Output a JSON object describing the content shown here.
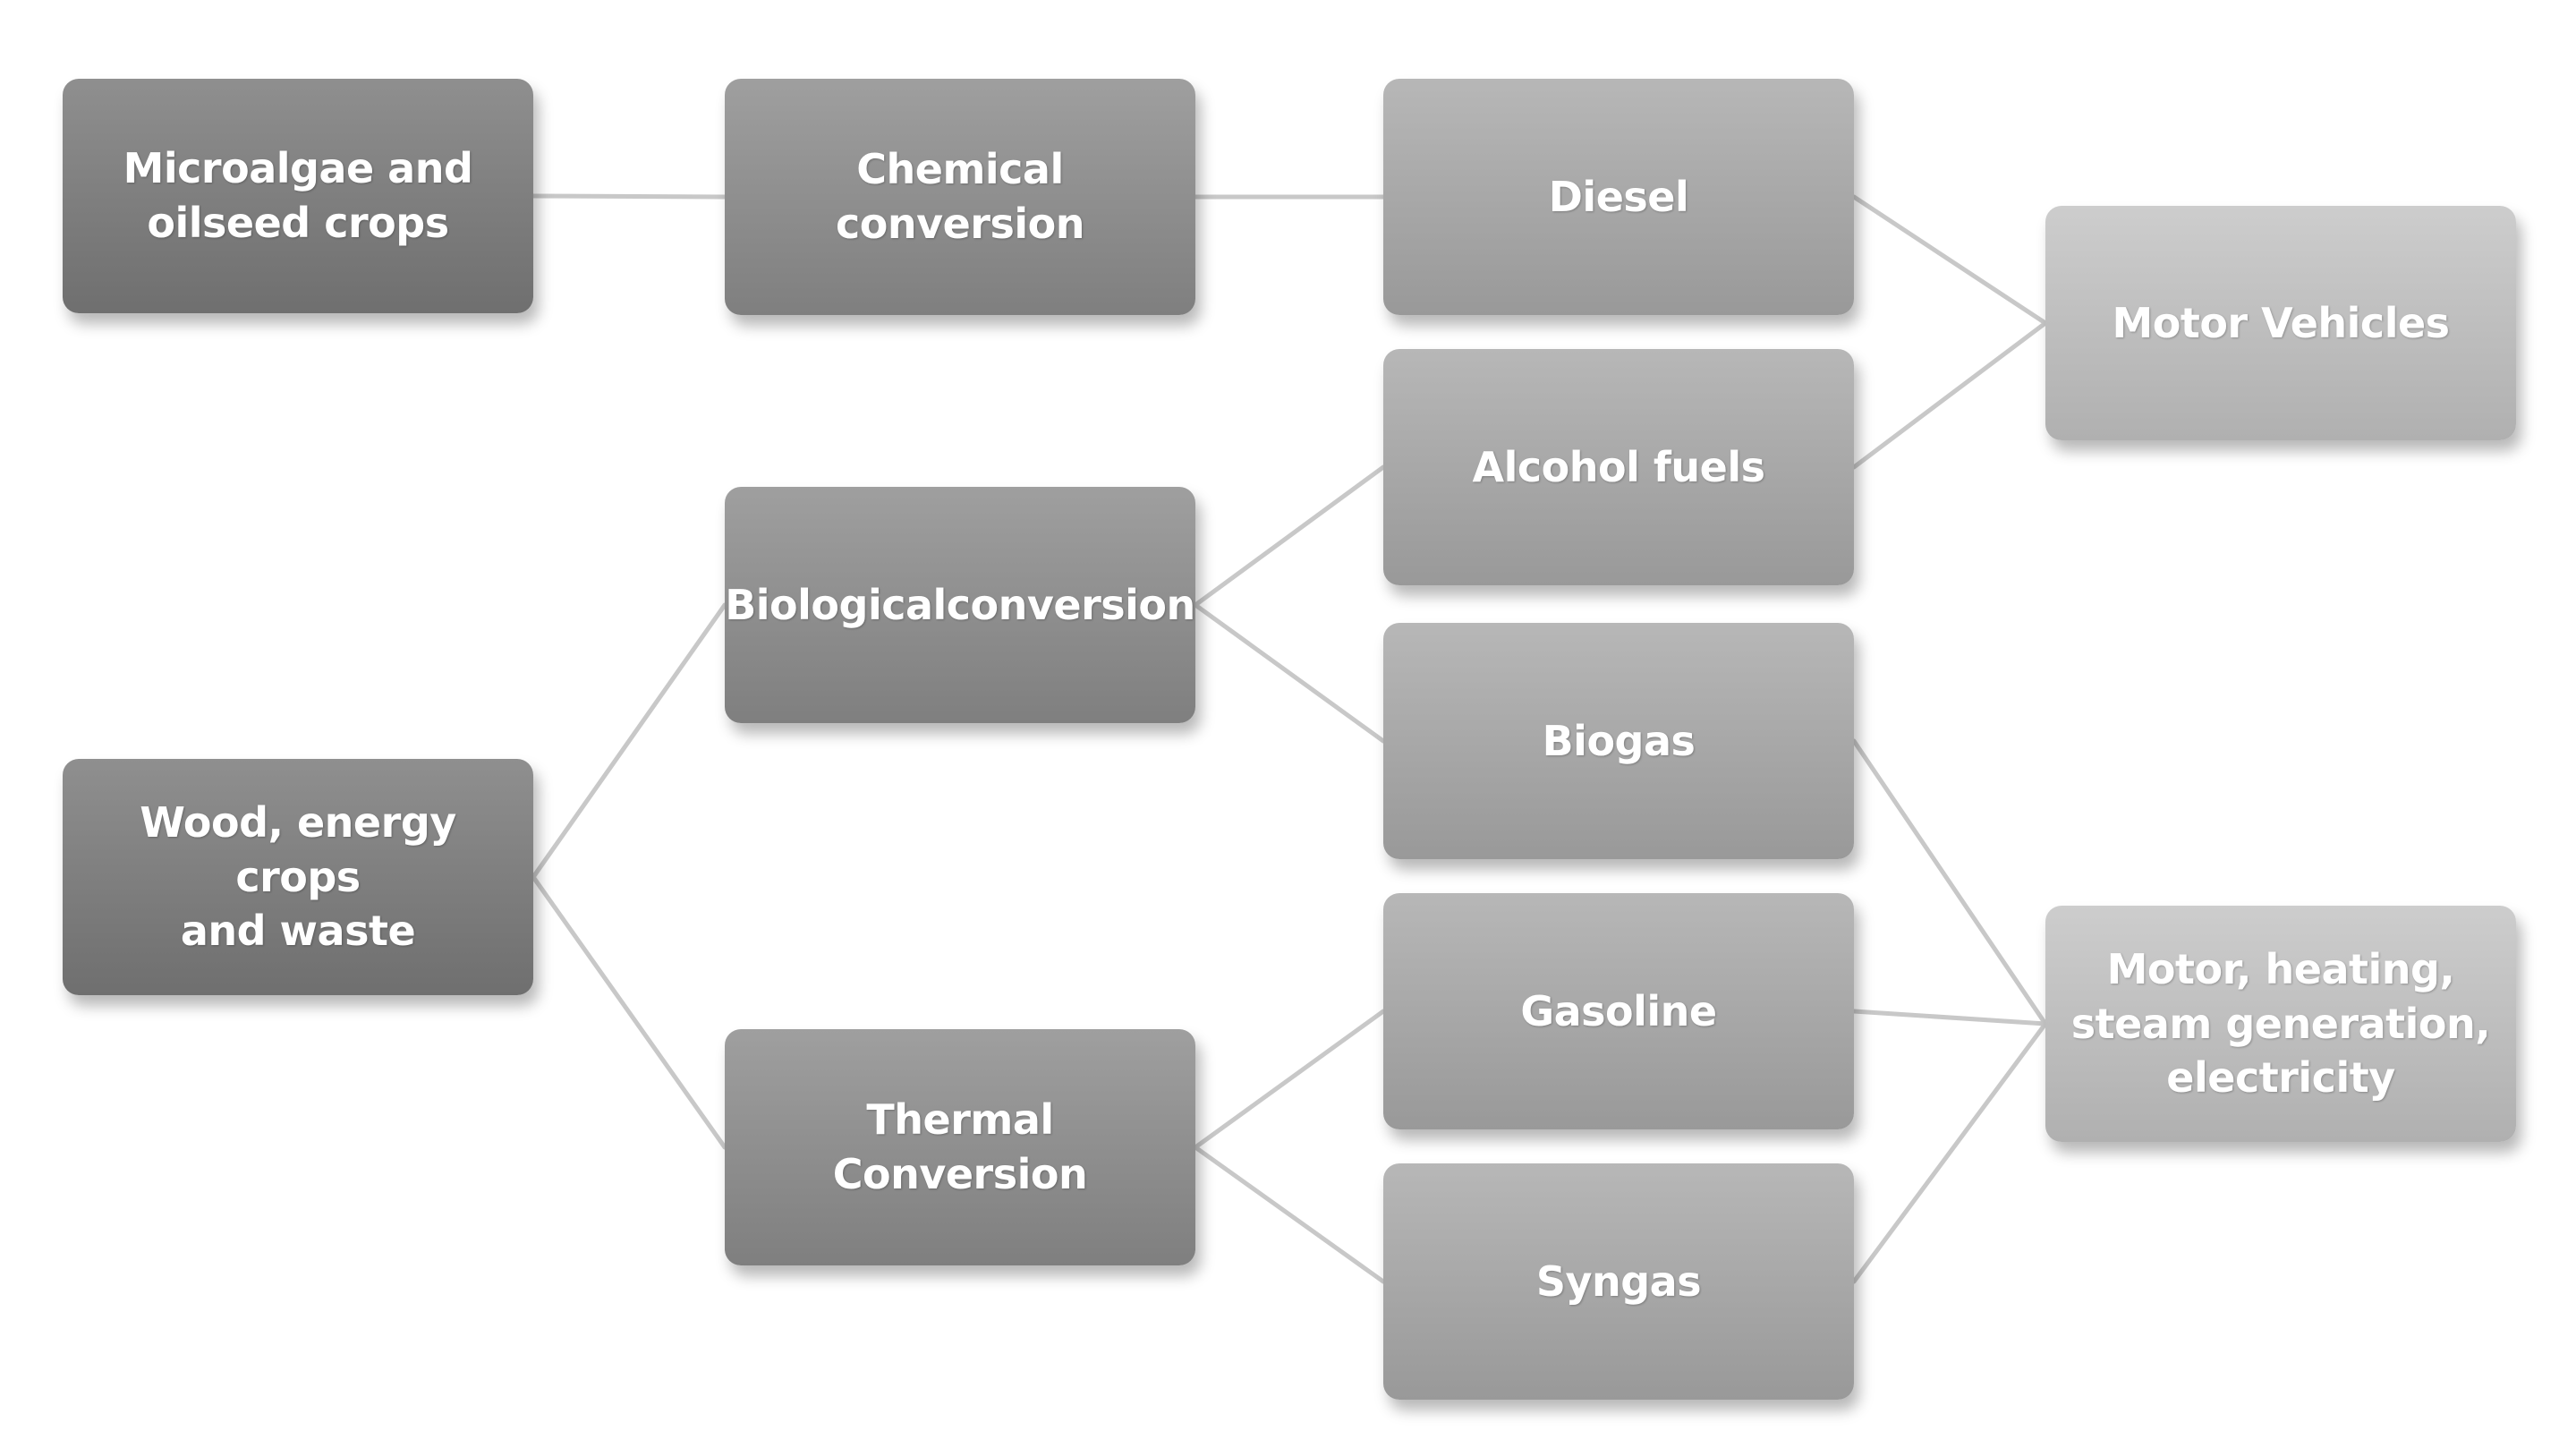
{
  "diagram": {
    "nodes": {
      "microalgae": "Microalgae and\noilseed crops",
      "wood": "Wood, energy crops\nand waste",
      "chemical": "Chemical conversion",
      "biological": "Biologicalconversion",
      "thermal": "Thermal Conversion",
      "diesel": "Diesel",
      "alcohol": "Alcohol fuels",
      "biogas": "Biogas",
      "gasoline": "Gasoline",
      "syngas": "Syngas",
      "motor_vehicles": "Motor Vehicles",
      "motor_heating": "Motor, heating,\nsteam generation,\nelectricity"
    },
    "edges": [
      [
        "microalgae",
        "chemical"
      ],
      [
        "chemical",
        "diesel"
      ],
      [
        "wood",
        "biological"
      ],
      [
        "wood",
        "thermal"
      ],
      [
        "biological",
        "alcohol"
      ],
      [
        "biological",
        "biogas"
      ],
      [
        "thermal",
        "gasoline"
      ],
      [
        "thermal",
        "syngas"
      ],
      [
        "diesel",
        "motor_vehicles"
      ],
      [
        "alcohol",
        "motor_vehicles"
      ],
      [
        "biogas",
        "motor_heating"
      ],
      [
        "gasoline",
        "motor_heating"
      ],
      [
        "syngas",
        "motor_heating"
      ]
    ],
    "colors": {
      "connector": "#c8c8c8",
      "text": "#ffffff"
    }
  }
}
